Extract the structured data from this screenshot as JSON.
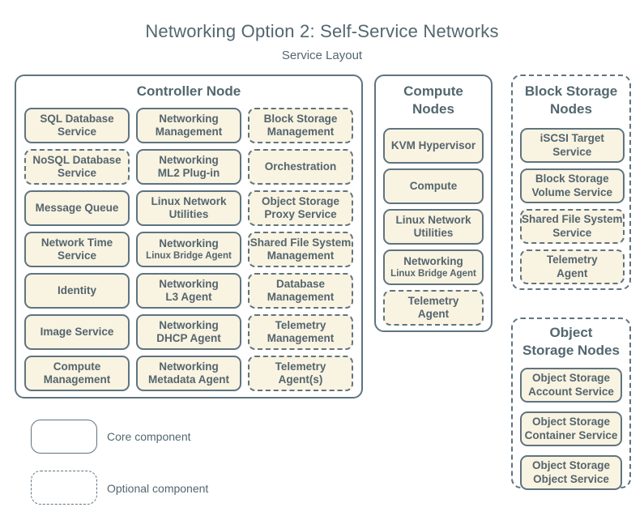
{
  "title": "Networking Option 2: Self-Service Networks",
  "subtitle": "Service Layout",
  "colors": {
    "background": "#ffffff",
    "box_fill": "#f9f3e1",
    "stroke": "#5f7480",
    "text": "#54656e"
  },
  "legend": {
    "core_label": "Core component",
    "optional_label": "Optional component"
  },
  "controller": {
    "title": "Controller Node",
    "services": [
      {
        "line1": "SQL Database",
        "line2": "Service",
        "optional": false
      },
      {
        "line1": "Networking",
        "line2": "Management",
        "optional": false
      },
      {
        "line1": "Block Storage",
        "line2": "Management",
        "optional": true
      },
      {
        "line1": "NoSQL Database",
        "line2": "Service",
        "optional": true
      },
      {
        "line1": "Networking",
        "line2": "ML2 Plug-in",
        "optional": false
      },
      {
        "line1": "Orchestration",
        "optional": true
      },
      {
        "line1": "Message Queue",
        "optional": false
      },
      {
        "line1": "Linux Network",
        "line2": "Utilities",
        "optional": false
      },
      {
        "line1": "Object Storage",
        "line2": "Proxy Service",
        "optional": true
      },
      {
        "line1": "Network Time",
        "line2": "Service",
        "optional": false
      },
      {
        "line1": "Networking",
        "line2": "Linux Bridge Agent",
        "line2_small": true,
        "optional": false
      },
      {
        "line1": "Shared File System",
        "line2": "Management",
        "optional": true
      },
      {
        "line1": "Identity",
        "optional": false
      },
      {
        "line1": "Networking",
        "line2": "L3 Agent",
        "optional": false
      },
      {
        "line1": "Database",
        "line2": "Management",
        "optional": true
      },
      {
        "line1": "Image Service",
        "optional": false
      },
      {
        "line1": "Networking",
        "line2": "DHCP Agent",
        "optional": false
      },
      {
        "line1": "Telemetry",
        "line2": "Management",
        "optional": true
      },
      {
        "line1": "Compute",
        "line2": "Management",
        "optional": false
      },
      {
        "line1": "Networking",
        "line2": "Metadata Agent",
        "optional": false
      },
      {
        "line1": "Telemetry",
        "line2": "Agent(s)",
        "optional": true
      }
    ]
  },
  "compute": {
    "title_line1": "Compute",
    "title_line2": "Nodes",
    "services": [
      {
        "line1": "KVM Hypervisor",
        "optional": false
      },
      {
        "line1": "Compute",
        "optional": false
      },
      {
        "line1": "Linux Network",
        "line2": "Utilities",
        "optional": false
      },
      {
        "line1": "Networking",
        "line2": "Linux Bridge Agent",
        "line2_small": true,
        "optional": false
      },
      {
        "line1": "Telemetry",
        "line2": "Agent",
        "optional": true
      }
    ]
  },
  "block_storage": {
    "title_line1": "Block Storage",
    "title_line2": "Nodes",
    "optional_group": true,
    "services": [
      {
        "line1": "iSCSI Target",
        "line2": "Service",
        "optional": false
      },
      {
        "line1": "Block Storage",
        "line2": "Volume Service",
        "optional": false
      },
      {
        "line1": "Shared File System",
        "line2": "Service",
        "optional": true
      },
      {
        "line1": "Telemetry",
        "line2": "Agent",
        "optional": true
      }
    ]
  },
  "object_storage": {
    "title_line1": "Object",
    "title_line2": "Storage Nodes",
    "optional_group": true,
    "services": [
      {
        "line1": "Object Storage",
        "line2": "Account Service",
        "optional": false
      },
      {
        "line1": "Object Storage",
        "line2": "Container Service",
        "optional": false
      },
      {
        "line1": "Object Storage",
        "line2": "Object Service",
        "optional": false
      }
    ]
  }
}
